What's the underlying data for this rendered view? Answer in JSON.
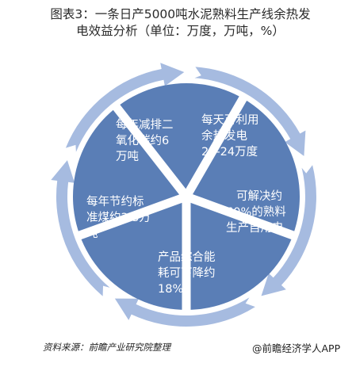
{
  "header": {
    "title_line1": "图表3：一条日产5000吨水泥熟料生产线余热发",
    "title_line2": "电效益分析（单位：万度，万吨，%）"
  },
  "cycle": {
    "segments": [
      {
        "lines": [
          "每天可利用",
          "余热发电",
          "21-24万度"
        ]
      },
      {
        "lines": [
          "可解决约",
          "60%的熟料",
          "生产自用电"
        ]
      },
      {
        "lines": [
          "产品综合能",
          "耗可下降约",
          "18%"
        ]
      },
      {
        "lines": [
          "每年节约标",
          "准煤约2.5万",
          "吨"
        ]
      },
      {
        "lines": [
          "每年减排二",
          "氧化碳约6",
          "万吨"
        ]
      }
    ],
    "colors": {
      "segment": "#5a7eb6",
      "arrow": "#a6bbe0",
      "gap": "#ffffff"
    }
  },
  "footer": {
    "source": "资料来源：前瞻产业研究院整理",
    "credit": "@前瞻经济学人APP"
  }
}
